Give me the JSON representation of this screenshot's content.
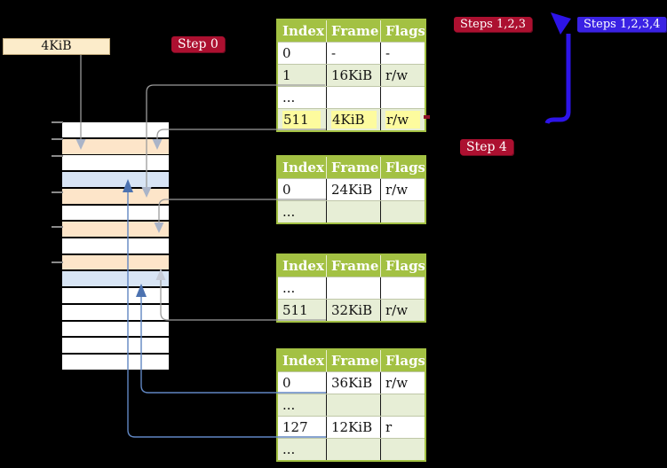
{
  "label_box": {
    "text": "4KiB"
  },
  "badges": {
    "step0": "Step 0",
    "steps123": "Steps 1,2,3",
    "step4": "Step 4",
    "steps1234": "Steps 1,2,3,4"
  },
  "memory": {
    "description": "physical memory column of frames",
    "row_colors": [
      "white",
      "orange",
      "white",
      "blue",
      "orange",
      "white",
      "orange",
      "white",
      "orange",
      "blue",
      "white",
      "white",
      "white",
      "white",
      "white"
    ],
    "tick_ys": [
      137,
      156,
      175,
      216,
      255,
      295
    ]
  },
  "tables": [
    {
      "name": "page-table-1",
      "headers": [
        "Index",
        "Frame",
        "Flags"
      ],
      "rows": [
        {
          "cells": [
            "0",
            "-",
            "-"
          ],
          "shaded": false,
          "highlight": false
        },
        {
          "cells": [
            "1",
            "16KiB",
            "r/w"
          ],
          "shaded": true,
          "highlight": false
        },
        {
          "cells": [
            "...",
            "",
            ""
          ],
          "shaded": false,
          "highlight": false
        },
        {
          "cells": [
            "511",
            "4KiB",
            "r/w"
          ],
          "shaded": true,
          "highlight": true
        }
      ]
    },
    {
      "name": "page-table-2",
      "headers": [
        "Index",
        "Frame",
        "Flags"
      ],
      "rows": [
        {
          "cells": [
            "0",
            "24KiB",
            "r/w"
          ],
          "shaded": false,
          "highlight": false
        },
        {
          "cells": [
            "...",
            "",
            ""
          ],
          "shaded": true,
          "highlight": false
        }
      ]
    },
    {
      "name": "page-table-3",
      "headers": [
        "Index",
        "Frame",
        "Flags"
      ],
      "rows": [
        {
          "cells": [
            "...",
            "",
            ""
          ],
          "shaded": false,
          "highlight": false
        },
        {
          "cells": [
            "511",
            "32KiB",
            "r/w"
          ],
          "shaded": true,
          "highlight": false
        }
      ]
    },
    {
      "name": "page-table-4",
      "headers": [
        "Index",
        "Frame",
        "Flags"
      ],
      "rows": [
        {
          "cells": [
            "0",
            "36KiB",
            "r/w"
          ],
          "shaded": false,
          "highlight": false
        },
        {
          "cells": [
            "...",
            "",
            ""
          ],
          "shaded": true,
          "highlight": false
        },
        {
          "cells": [
            "127",
            "12KiB",
            "r"
          ],
          "shaded": false,
          "highlight": false
        },
        {
          "cells": [
            "...",
            "",
            ""
          ],
          "shaded": true,
          "highlight": false
        }
      ]
    }
  ],
  "colors": {
    "table_header_green": "#a3c143",
    "table_row_green": "#e7eed6",
    "highlight_yellow": "#fdfb9e",
    "memory_orange": "#fde5c9",
    "memory_blue": "#d8e5f5",
    "badge_red": "#ac1030",
    "badge_blue": "#3a22e4",
    "arrow_gray": "#9b9b9b",
    "arrow_blue": "#6086c2",
    "big_arrow_blue": "#2d14e8"
  }
}
